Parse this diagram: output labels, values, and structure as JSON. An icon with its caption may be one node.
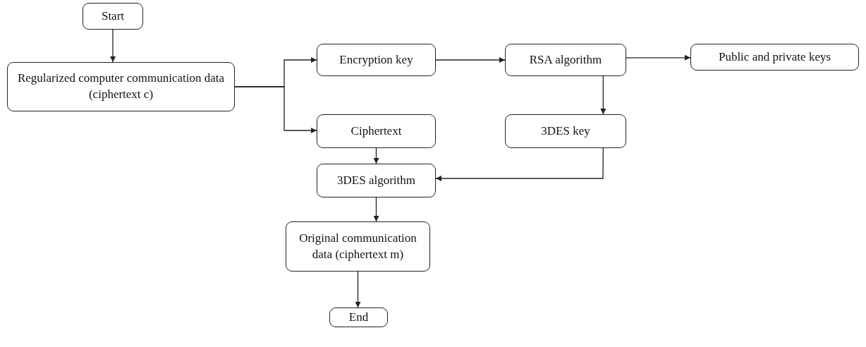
{
  "diagram": {
    "nodes": [
      {
        "text": [
          "Start"
        ]
      },
      {
        "text": [
          "Regularized computer communication data (ciphertext c)"
        ]
      },
      {
        "text": [
          "Encryption key"
        ]
      },
      {
        "text": [
          "RSA algorithm"
        ]
      },
      {
        "text": [
          "Public and private keys"
        ]
      },
      {
        "text": [
          "Ciphertext"
        ]
      },
      {
        "text": [
          "3DES key"
        ]
      },
      {
        "text": [
          "3DES algorithm"
        ]
      },
      {
        "text": [
          "Original communication data (ciphertext m)"
        ]
      },
      {
        "text": [
          "End"
        ]
      }
    ],
    "edges": [
      {
        "from": 0,
        "to": 1,
        "arrow": "to"
      },
      {
        "from": 1,
        "to": 2,
        "arrow": "to"
      },
      {
        "from": 1,
        "to": 5,
        "arrow": "to"
      },
      {
        "from": 2,
        "to": 3,
        "arrow": "to"
      },
      {
        "from": 3,
        "to": 4,
        "arrow": "to"
      },
      {
        "from": 3,
        "to": 6,
        "arrow": "to"
      },
      {
        "from": 5,
        "to": 7,
        "arrow": "to"
      },
      {
        "from": 6,
        "to": 7,
        "arrow": "to"
      },
      {
        "from": 7,
        "to": 8,
        "arrow": "to"
      },
      {
        "from": 8,
        "to": 9,
        "arrow": "to"
      }
    ]
  }
}
